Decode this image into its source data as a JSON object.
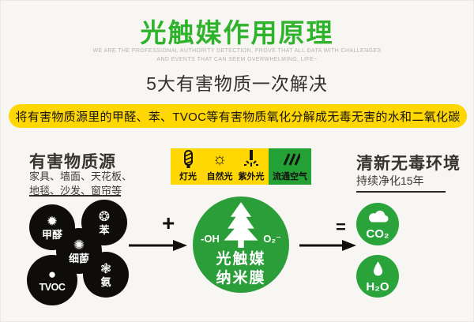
{
  "header": {
    "title": "光触媒作用原理",
    "tagline_line1": "WE ARE THE PROFESSIONAL AUTHORITY DETECTION, PROVE THAT ALL DATA WITH CHALLENGES",
    "tagline_line2": "AND EVENTS THAT CAN SEEM OVERWHELMING, LIFE~",
    "subtitle": "5大有害物质一次解决"
  },
  "banner": {
    "text": "将有害物质源里的甲醛、苯、TVOC等有害物质氧化分解成无毒无害的水和二氧化碳"
  },
  "sources": {
    "heading": "有害物质源",
    "desc_line1": "家具、墙面、天花板、",
    "desc_line2": "地毯、沙发、窗帘等",
    "items": [
      {
        "label": "甲醛",
        "icon": "burst-icon",
        "glyph": "✹"
      },
      {
        "label": "苯",
        "icon": "molecule-icon",
        "glyph": "❂"
      },
      {
        "label": "细菌",
        "icon": "starburst-icon",
        "glyph": "✺"
      },
      {
        "label": "TVOC",
        "icon": "dot-icon",
        "glyph": "●"
      },
      {
        "label": "氨",
        "icon": "virus-icon",
        "glyph": "❃"
      }
    ]
  },
  "operators": {
    "plus": "+",
    "equals": "="
  },
  "catalyst": {
    "conditions": [
      {
        "label": "灯光",
        "icon": "lamp-icon"
      },
      {
        "label": "自然光",
        "icon": "sun-icon",
        "glyph": "☼"
      },
      {
        "label": "紫外光",
        "icon": "uv-lamp-icon"
      },
      {
        "label": "流通空气",
        "icon": "air-flow-icon"
      }
    ],
    "left_formula": "-OH",
    "right_formula": "O₂⁻",
    "name_line1": "光触媒",
    "name_line2": "纳米膜"
  },
  "result": {
    "heading": "清新无毒环境",
    "description": "持续净化15年",
    "items": [
      {
        "label": "CO₂",
        "icon": "cloud-icon"
      },
      {
        "label": "H₂O",
        "icon": "droplet-icon"
      }
    ]
  },
  "colors": {
    "title_green": "#2fb32c",
    "banner_yellow": "#ffd803",
    "strip_green": "#23a134",
    "catalyst_green": "#2b9e3a",
    "gas_green": "#2aa33b",
    "pollutant_black": "#0f0d0a",
    "background": "#f7f6f3"
  }
}
